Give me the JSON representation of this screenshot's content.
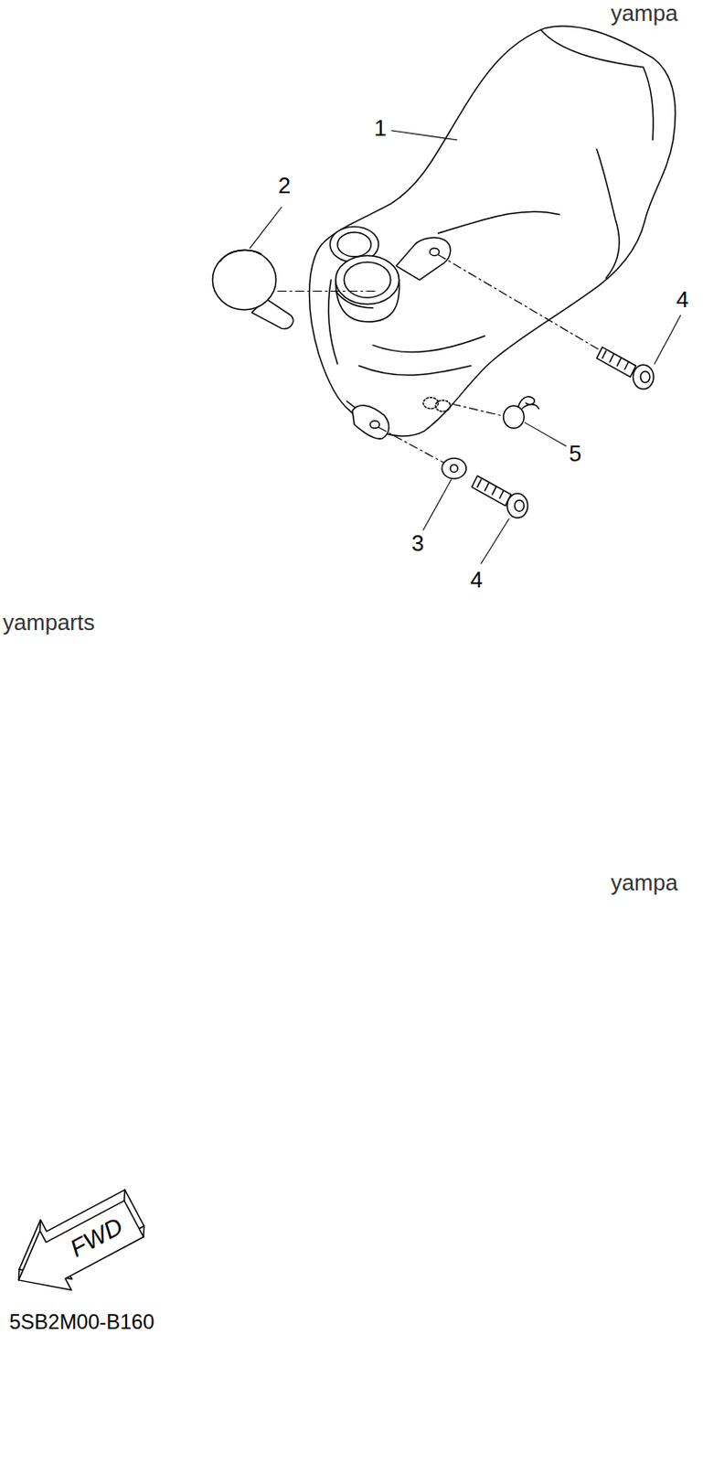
{
  "diagram": {
    "caption": "5SB2M00-B160",
    "labels": [
      "yampa",
      "1",
      "2",
      "4",
      "5",
      "3",
      "4",
      "yamparts",
      "yampa",
      "FWD"
    ]
  }
}
